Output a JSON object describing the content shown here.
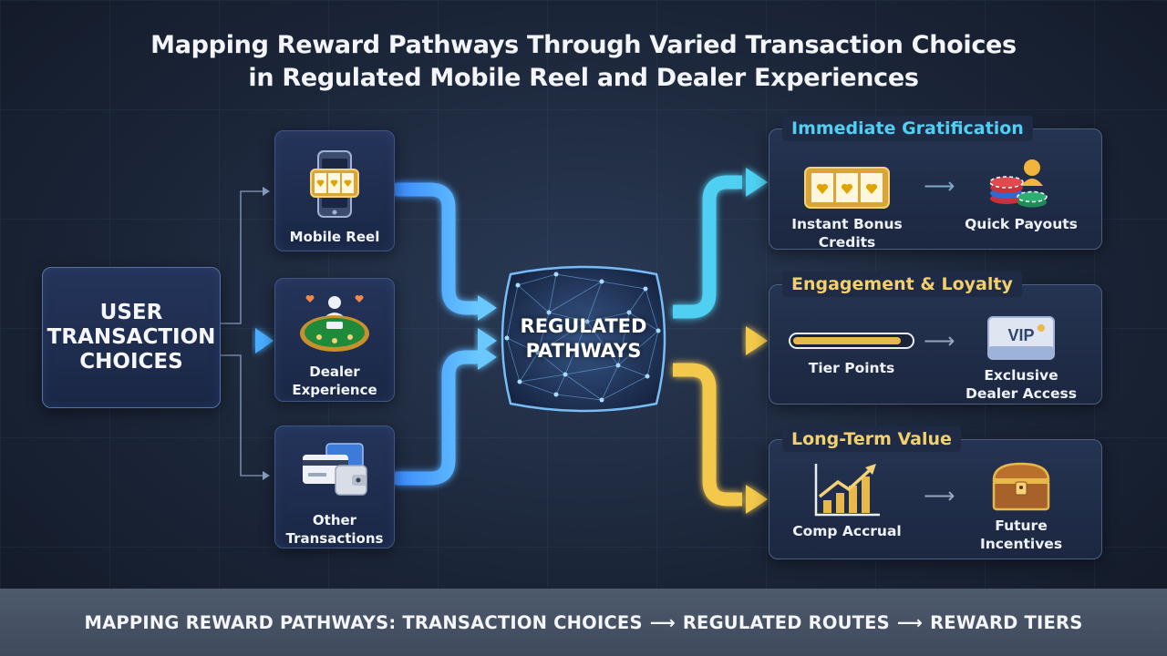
{
  "title": {
    "line1": "Mapping Reward Pathways Through Varied Transaction Choices",
    "line2": "in Regulated Mobile Reel and Dealer Experiences"
  },
  "user_box": {
    "line1": "USER",
    "line2": "TRANSACTION",
    "line3": "CHOICES"
  },
  "sources": [
    {
      "line1": "Mobile Reel",
      "line2": "",
      "icon": "slot-phone-icon"
    },
    {
      "line1": "Dealer",
      "line2": "Experience",
      "icon": "dealer-table-icon"
    },
    {
      "line1": "Other",
      "line2": "Transactions",
      "icon": "card-wallet-icon"
    }
  ],
  "hub": {
    "line1": "REGULATED",
    "line2": "PATHWAYS",
    "icon": "network-mesh-icon"
  },
  "panels": [
    {
      "title": "Immediate Gratification",
      "color": "#4fd0f2",
      "items": [
        {
          "line1": "Instant Bonus",
          "line2": "Credits",
          "icon": "slot-reels-icon"
        },
        {
          "line1": "Quick Payouts",
          "line2": "",
          "icon": "chip-stack-icon"
        }
      ]
    },
    {
      "title": "Engagement & Loyalty",
      "color": "#f2d06b",
      "items": [
        {
          "line1": "Tier Points",
          "line2": "",
          "icon": "progress-bar-icon"
        },
        {
          "line1": "Exclusive",
          "line2": "Dealer Access",
          "icon": "vip-card-icon"
        }
      ]
    },
    {
      "title": "Long-Term Value",
      "color": "#f2d06b",
      "items": [
        {
          "line1": "Comp Accrual",
          "line2": "",
          "icon": "growth-chart-icon"
        },
        {
          "line1": "Future",
          "line2": "Incentives",
          "icon": "treasure-chest-icon"
        }
      ]
    }
  ],
  "colors": {
    "cyan": "#4fd0f2",
    "gold": "#f2c94c",
    "blue": "#5aa6ff"
  },
  "footer": {
    "part1": "MAPPING REWARD PATHWAYS: TRANSACTION CHOICES",
    "part2": "REGULATED ROUTES",
    "part3": "REWARD TIERS",
    "arrow": "⟶"
  }
}
